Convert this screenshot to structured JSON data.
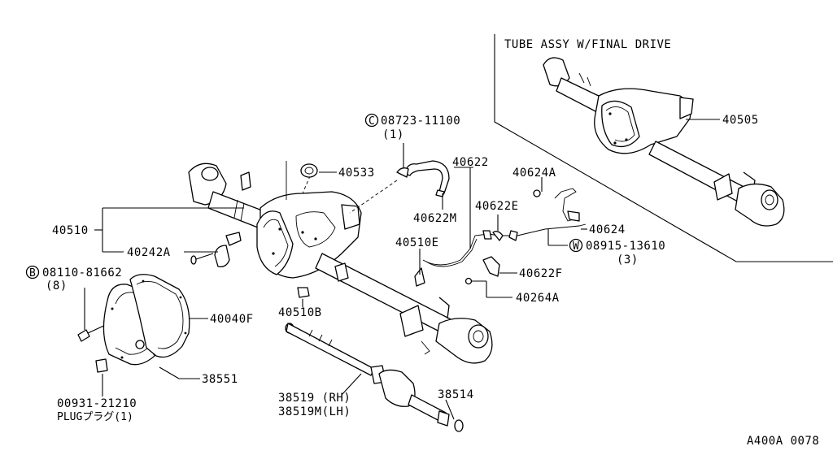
{
  "inset": {
    "title": "TUBE ASSY W/FINAL DRIVE",
    "part": "40505"
  },
  "callouts": {
    "c08723": "08723-11100",
    "c08723_qty": "(1)",
    "c40533": "40533",
    "c40622": "40622",
    "c40622M": "40622M",
    "c40624A": "40624A",
    "c40622E": "40622E",
    "c40624": "40624",
    "c40510": "40510",
    "c40242A": "40242A",
    "c40510E": "40510E",
    "c08915": "08915-13610",
    "c08915_qty": "(3)",
    "c40622F": "40622F",
    "c08110": "08110-81662",
    "c08110_qty": "(8)",
    "c40264A": "40264A",
    "c40040F": "40040F",
    "c40510B": "40510B",
    "c38551": "38551",
    "c38519": "38519 (RH)",
    "c38519M": "38519M(LH)",
    "c38514": "38514",
    "c00931": "00931-21210",
    "c00931_plug": "PLUGプラグ(1)"
  },
  "markers": {
    "C": "C",
    "W": "W",
    "B": "B"
  },
  "figure_id": "A400A 0078"
}
